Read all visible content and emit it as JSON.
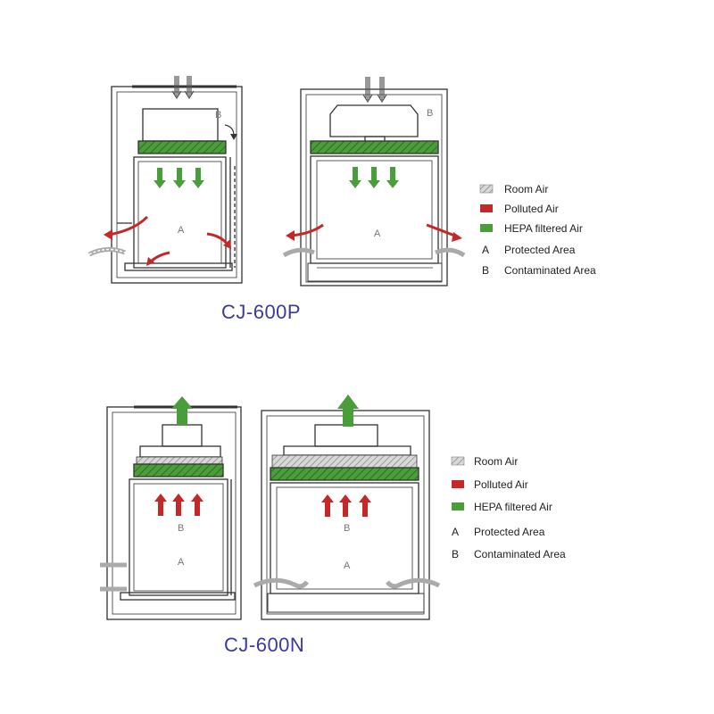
{
  "colors": {
    "room_air": "#b8b8b8",
    "polluted_air": "#c62828",
    "hepa_air": "#4a9e3a",
    "outline": "#333333",
    "title": "#3a3aa0"
  },
  "diagrams": [
    {
      "model": "CJ-600P",
      "zone_a": "A",
      "zone_b": "B",
      "legend": [
        {
          "swatch": "room_air",
          "text": "Room Air"
        },
        {
          "swatch": "polluted_air",
          "text": "Polluted Air"
        },
        {
          "swatch": "hepa_air",
          "text": "HEPA filtered Air"
        },
        {
          "marker": "A",
          "text": "Protected Area"
        },
        {
          "marker": "B",
          "text": "Contaminated Area"
        }
      ]
    },
    {
      "model": "CJ-600N",
      "zone_a": "A",
      "zone_b": "B",
      "legend": [
        {
          "swatch": "room_air",
          "text": "Room Air"
        },
        {
          "swatch": "polluted_air",
          "text": "Polluted Air"
        },
        {
          "swatch": "hepa_air",
          "text": "HEPA filtered Air"
        },
        {
          "marker": "A",
          "text": "Protected Area"
        },
        {
          "marker": "B",
          "text": "Contaminated Area"
        }
      ]
    }
  ]
}
